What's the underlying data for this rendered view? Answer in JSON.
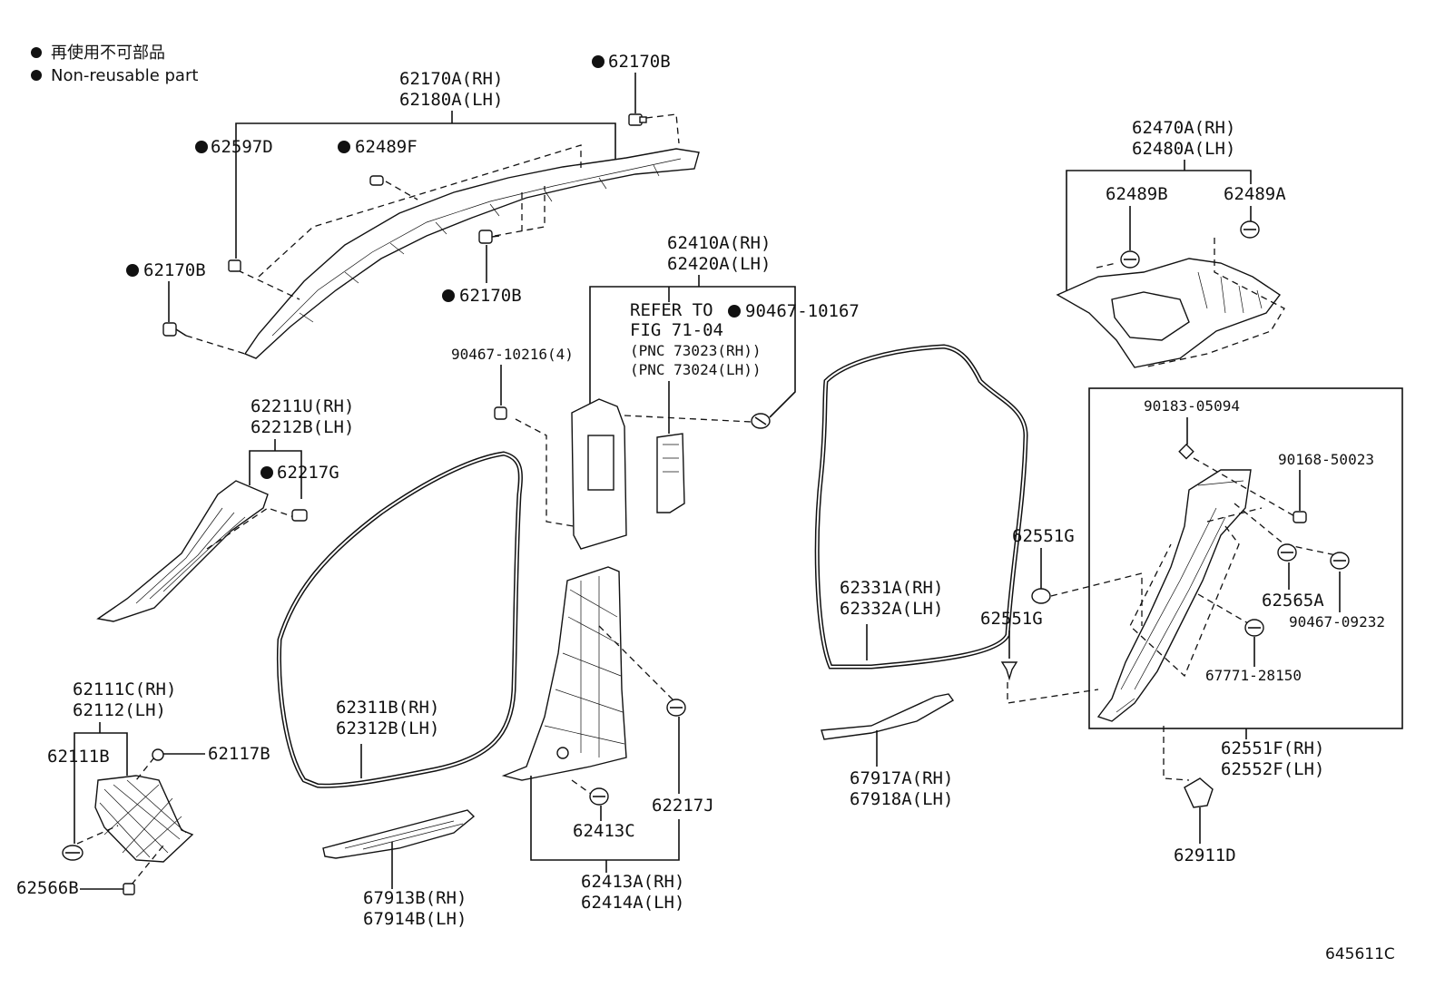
{
  "legend": {
    "item_jp": "再使用不可部品",
    "item_en": "Non-reusable part"
  },
  "figure_id": "645611C",
  "labels": {
    "p62170A_rh": "62170A(RH)",
    "p62180A_lh": "62180A(LH)",
    "p62170B_top": "62170B",
    "p62597D": "62597D",
    "p62489F": "62489F",
    "p62170B_left": "62170B",
    "p62170B_mid": "62170B",
    "p62410A_rh": "62410A(RH)",
    "p62420A_lh": "62420A(LH)",
    "refer_to": "REFER TO",
    "fig_71_04": "FIG 71-04",
    "pnc_73023": "(PNC 73023(RH))",
    "pnc_73024": "(PNC 73024(LH))",
    "p90467_10167": "90467-10167",
    "p90467_10216": "90467-10216(4)",
    "p62470A_rh": "62470A(RH)",
    "p62480A_lh": "62480A(LH)",
    "p62489B": "62489B",
    "p62489A": "62489A",
    "p62211U_rh": "62211U(RH)",
    "p62212B_lh": "62212B(LH)",
    "p62217G": "62217G",
    "p62111C_rh": "62111C(RH)",
    "p62112_lh": "62112(LH)",
    "p62111B": "62111B",
    "p62117B": "62117B",
    "p62566B": "62566B",
    "p62311B_rh": "62311B(RH)",
    "p62312B_lh": "62312B(LH)",
    "p67913B_rh": "67913B(RH)",
    "p67914B_lh": "67914B(LH)",
    "p62413C": "62413C",
    "p62217J": "62217J",
    "p62413A_rh": "62413A(RH)",
    "p62414A_lh": "62414A(LH)",
    "p62331A_rh": "62331A(RH)",
    "p62332A_lh": "62332A(LH)",
    "p67917A_rh": "67917A(RH)",
    "p67918A_lh": "67918A(LH)",
    "p62551G_a": "62551G",
    "p62551G_b": "62551G",
    "p90183_05094": "90183-05094",
    "p90168_50023": "90168-50023",
    "p62565A": "62565A",
    "p90467_09232": "90467-09232",
    "p67771_28150": "67771-28150",
    "p62551F_rh": "62551F(RH)",
    "p62552F_lh": "62552F(LH)",
    "p62911D": "62911D"
  }
}
